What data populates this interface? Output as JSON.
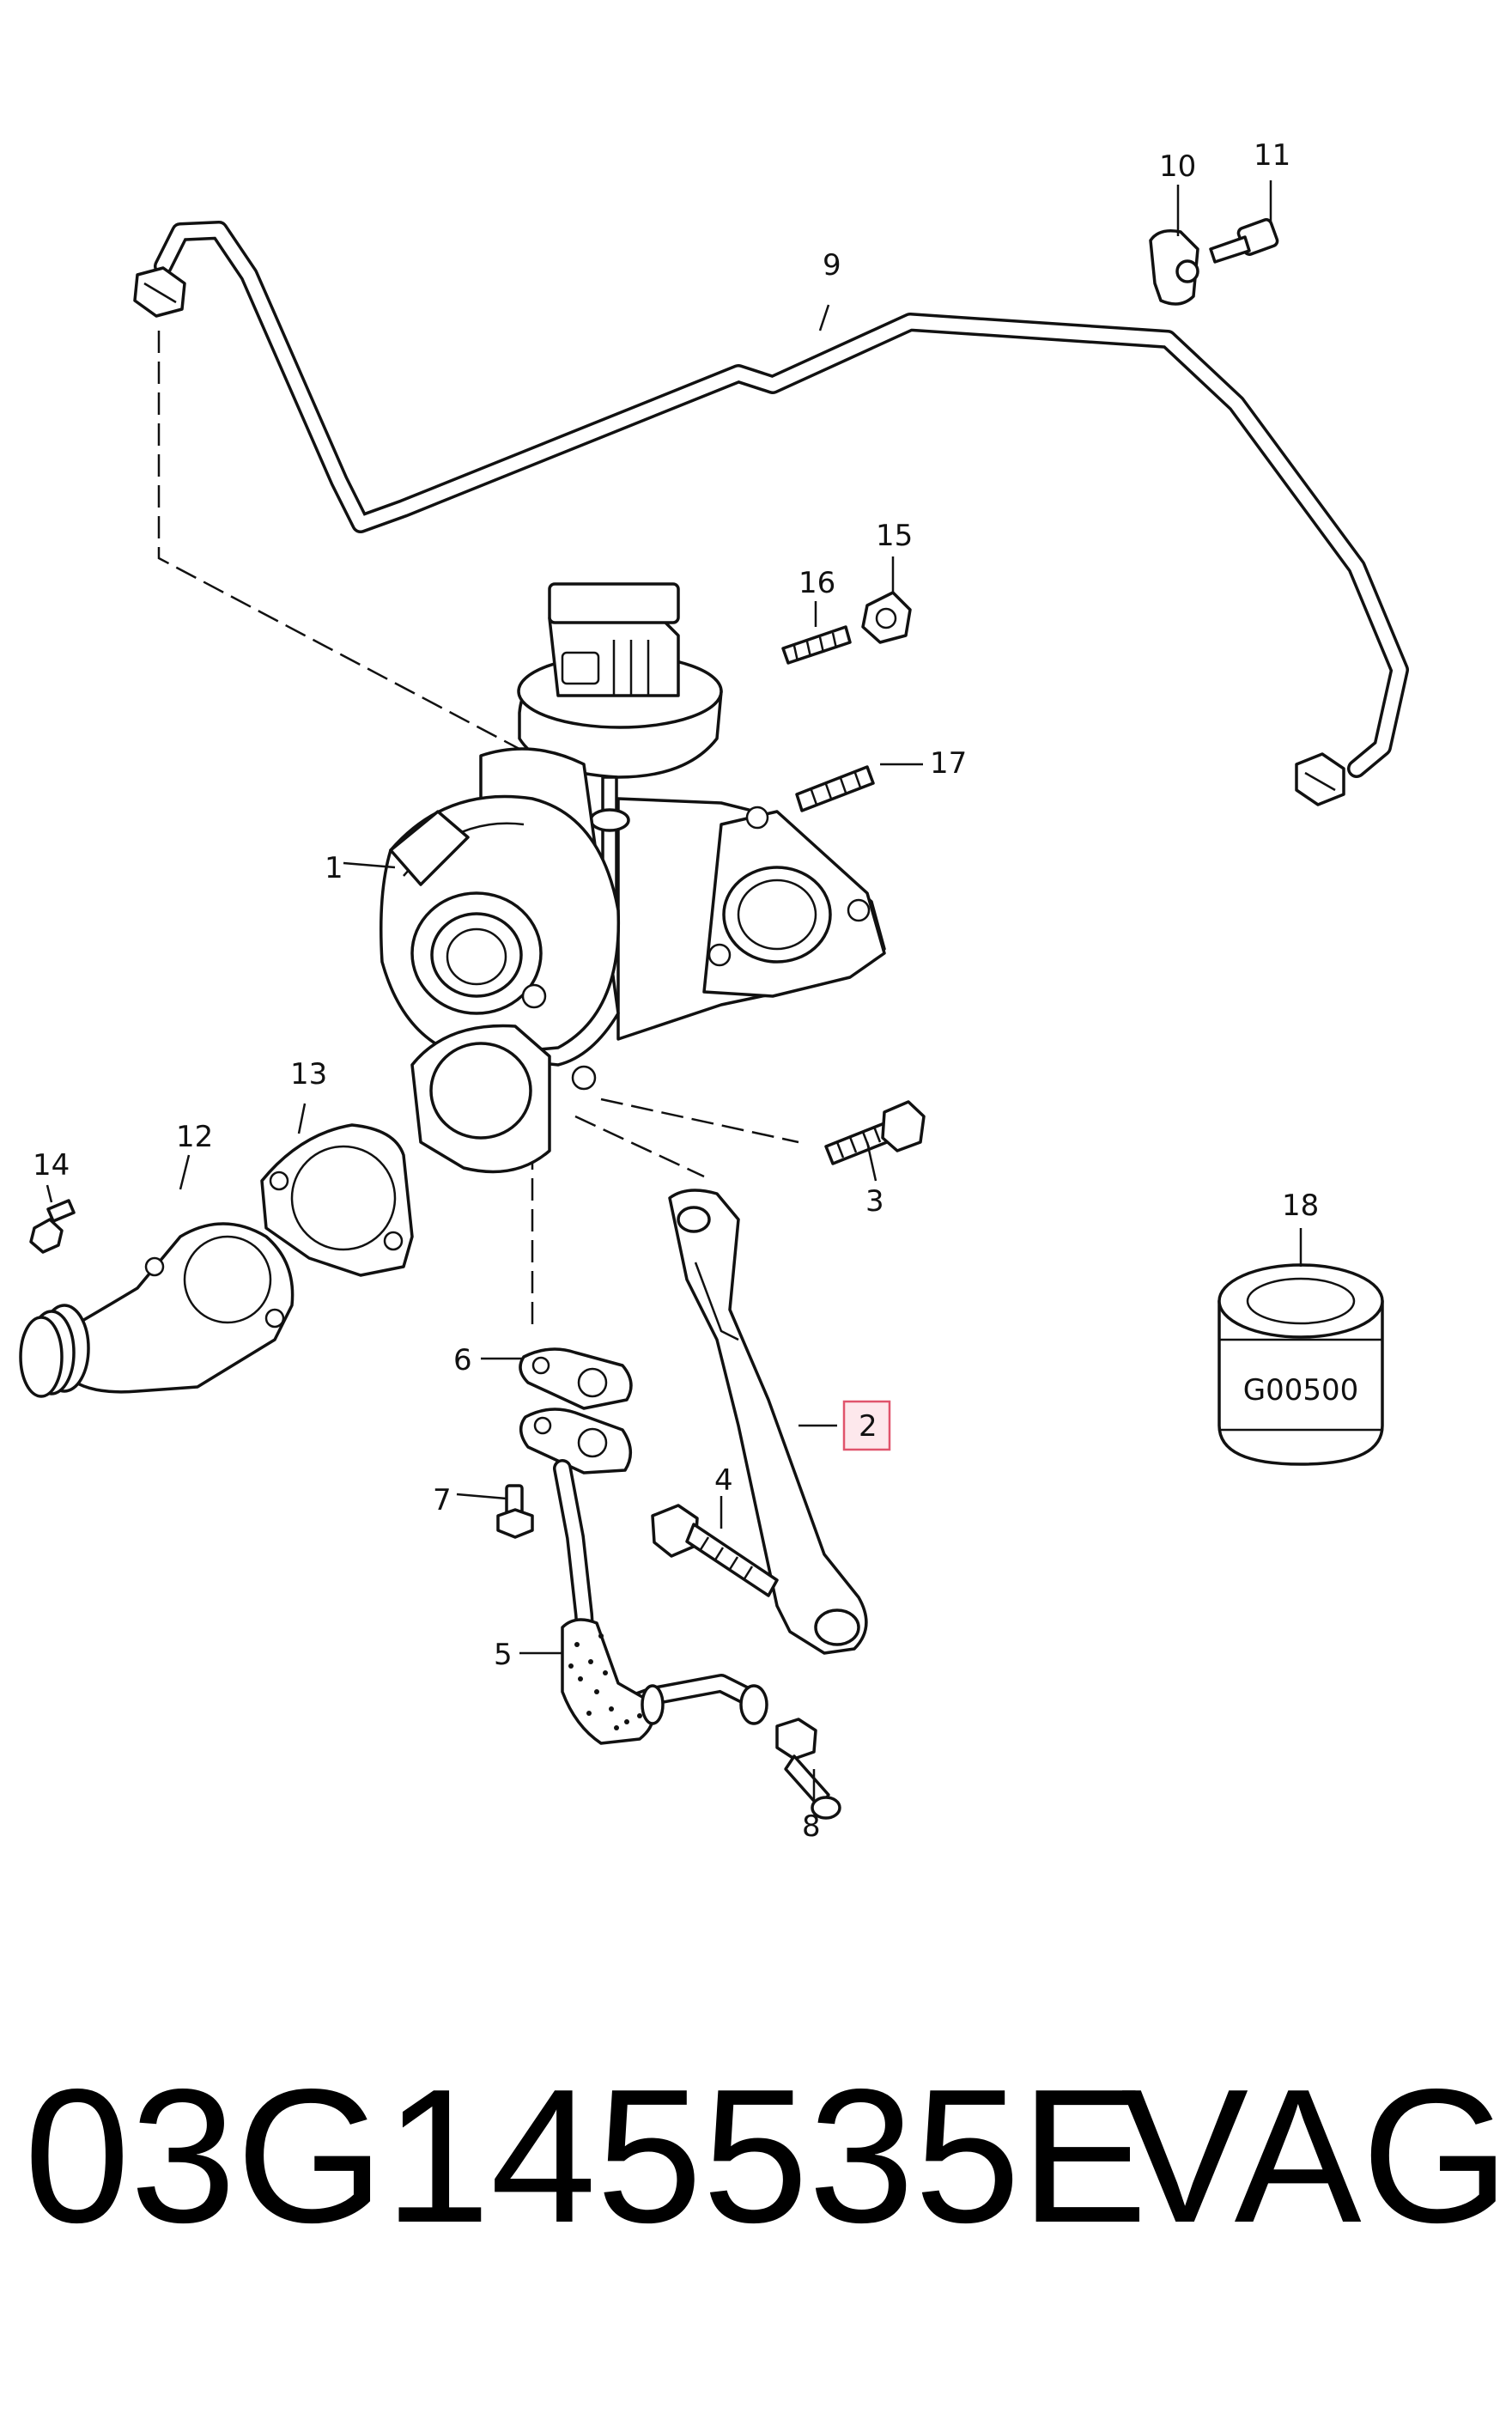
{
  "diagram": {
    "callouts": [
      "1",
      "2",
      "3",
      "4",
      "5",
      "6",
      "7",
      "8",
      "9",
      "10",
      "11",
      "12",
      "13",
      "14",
      "15",
      "16",
      "17",
      "18"
    ],
    "highlighted_callout": "2",
    "filter_marking": "G00500",
    "highlight_color": "#e0546c"
  },
  "footer": {
    "part_number": "03G145535E",
    "brand": "VAG"
  }
}
